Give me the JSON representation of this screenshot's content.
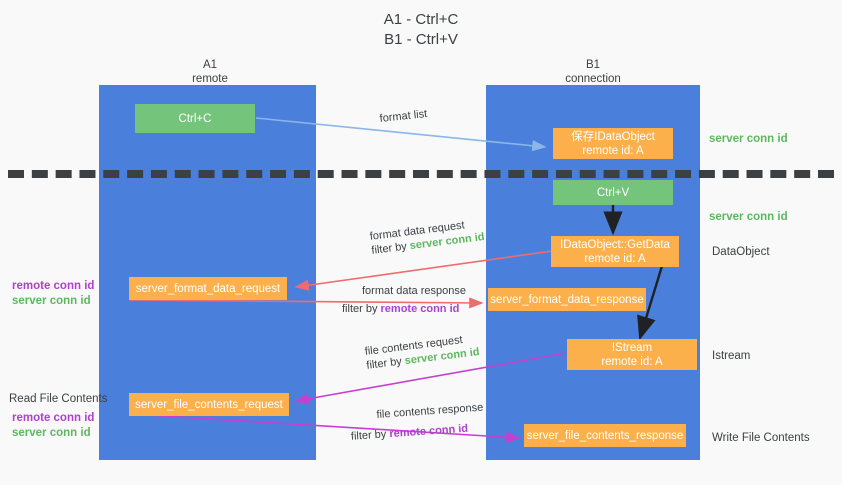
{
  "title": {
    "line1": "A1 - Ctrl+C",
    "line2": "B1 - Ctrl+V"
  },
  "colors": {
    "lane": "#4a80db",
    "box_green": "#74c47b",
    "box_orange": "#fbb04c",
    "server_conn": "#5cb85f",
    "remote_conn": "#b03fd0",
    "arrow_red": "#ef6c6c",
    "arrow_magenta": "#c83fd0",
    "arrow_blue": "#8ab6e8",
    "arrow_black": "#202124",
    "text": "#3c4043",
    "background": "#f9f9fa"
  },
  "lanes": [
    {
      "id": "a1",
      "name": "A1",
      "sub": "remote"
    },
    {
      "id": "b1",
      "name": "B1",
      "sub": "connection"
    }
  ],
  "nodes": {
    "ctrl_c": {
      "label": "Ctrl+C"
    },
    "ctrl_v": {
      "label": "Ctrl+V"
    },
    "save_dataobject": {
      "line1": "保存IDataObject",
      "line2": "remote id: A"
    },
    "getdata": {
      "line1": "IDataObject::GetData",
      "line2": "remote id: A"
    },
    "istream": {
      "line1": "IStream",
      "line2": "remote id: A"
    },
    "format_data_request": {
      "label": "server_format_data_request"
    },
    "format_data_response": {
      "label": "server_format_data_response"
    },
    "file_contents_request": {
      "label": "server_file_contents_request"
    },
    "file_contents_response": {
      "label": "server_file_contents_response"
    }
  },
  "edge_labels": {
    "format_list": {
      "text": "format list"
    },
    "format_data_request": {
      "line1": "format data request",
      "filter_prefix": "filter by ",
      "filter_key": "server conn id"
    },
    "format_data_response": {
      "line1": "format data response",
      "filter_prefix": "filter by ",
      "filter_key": "remote conn id"
    },
    "file_contents_request": {
      "line1": "file contents request",
      "filter_prefix": "filter by ",
      "filter_key": "server conn id"
    },
    "file_contents_response": {
      "line1": "file contents response",
      "filter_prefix": "filter by ",
      "filter_key": "remote conn id"
    }
  },
  "right_notes": {
    "server_conn_top": "server conn id",
    "server_conn_mid": "server conn id",
    "dataobject": "DataObject",
    "istream": "Istream",
    "write_file_contents": "Write File Contents"
  },
  "left_notes": {
    "format_remote": "remote conn id",
    "format_server": "server conn id",
    "read_file_contents": "Read File Contents",
    "file_remote": "remote conn id",
    "file_server": "server conn id"
  }
}
